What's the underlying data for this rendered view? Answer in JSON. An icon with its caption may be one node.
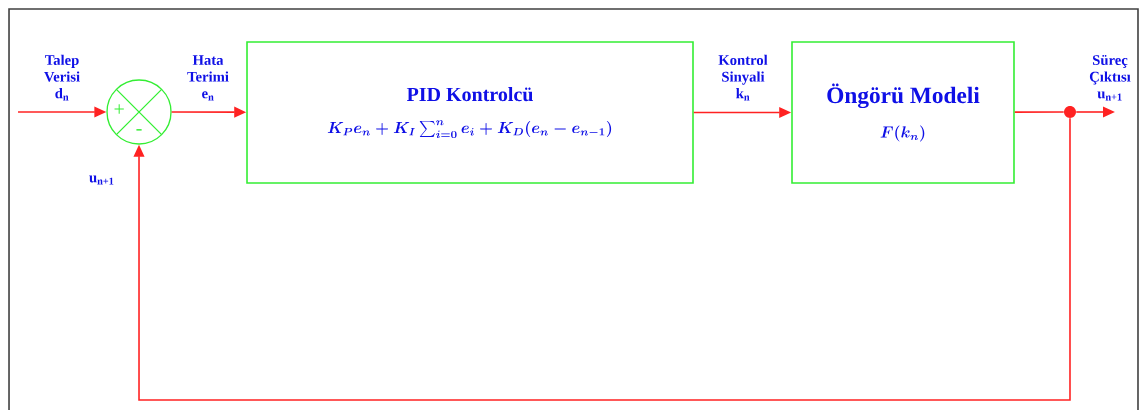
{
  "diagram": {
    "nodes": [
      {
        "text": [
          "+",
          "-"
        ]
      },
      {
        "text": [
          "PID Kontrolcü",
          "K_P e_n + K_I \\sum_{i=0}^{n} e_i + K_D(e_n - e_{n-1})"
        ]
      },
      {
        "text": [
          "Öngörü Modeli",
          "F(k_n)"
        ]
      },
      {
        "text": [],
        "shape": "circle"
      }
    ],
    "edges": [
      {
        "from": null,
        "to": 0,
        "arrow": "to",
        "label": "Talep Verisi d$_{n}$"
      },
      {
        "from": 0,
        "to": 1,
        "arrow": "to",
        "label": "Hata Terimi e$_{n}$"
      },
      {
        "from": 1,
        "to": 2,
        "arrow": "to",
        "label": "Kontrol Sinyali k$_{n}$"
      },
      {
        "from": 2,
        "to": 3,
        "arrow": "none"
      },
      {
        "from": 3,
        "to": null,
        "arrow": "to",
        "label": "Süreç Çıktısı u$_{n+1}$"
      },
      {
        "from": 3,
        "to": 0,
        "arrow": "to",
        "label": "u$_{n+1}$"
      }
    ]
  }
}
